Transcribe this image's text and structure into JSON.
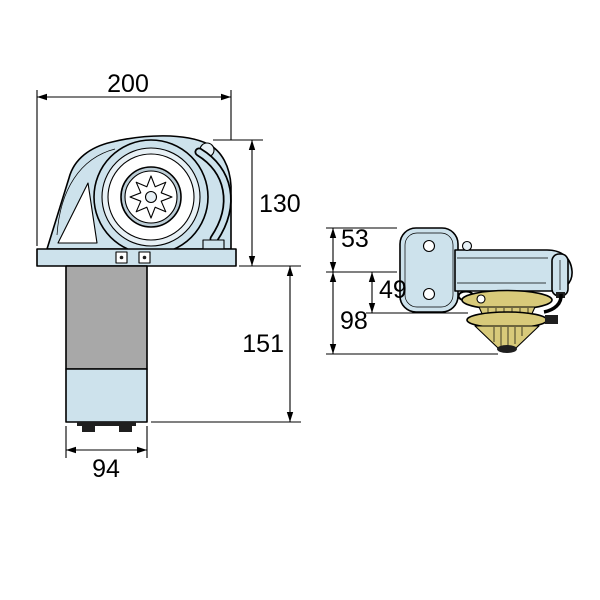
{
  "colors": {
    "body": "#cde2ec",
    "body-light": "#e7f0f5",
    "ring": "#bccdd6",
    "motor": "#a8a8a8",
    "capstan": "#d8ca7a",
    "line": "#000000",
    "background": "#ffffff"
  },
  "drawing": {
    "front_view": {
      "overall_width": "200",
      "upper_height": "130",
      "lower_height": "151",
      "motor_width": "94"
    },
    "side_view": {
      "deck_to_center": "53",
      "center_to_gypsy": "49",
      "center_to_bottom": "98"
    }
  }
}
